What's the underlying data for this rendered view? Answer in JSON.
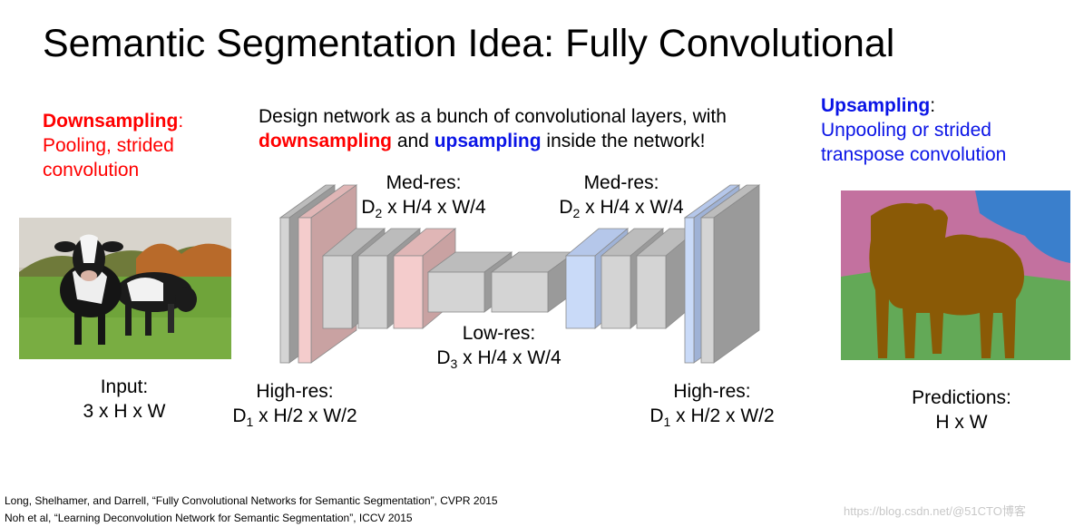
{
  "title": "Semantic Segmentation Idea: Fully Convolutional",
  "left_note": {
    "heading": "Downsampling",
    "colon": ":",
    "line1": "Pooling, strided",
    "line2": "convolution"
  },
  "center_note": {
    "line1": "Design network as a bunch of convolutional layers, with",
    "down": "downsampling",
    "and": " and ",
    "up": "upsampling",
    "rest": " inside the network!"
  },
  "right_note": {
    "heading": "Upsampling",
    "colon": ":",
    "line1": "Unpooling or strided",
    "line2": "transpose convolution"
  },
  "input_label": {
    "line1": "Input:",
    "line2": "3 x H x W"
  },
  "predictions_label": {
    "line1": "Predictions:",
    "line2": "H x W"
  },
  "high_res_left": {
    "line1": "High-res:",
    "d": "D",
    "sub": "1",
    "rest": " x H/2 x W/2"
  },
  "high_res_right": {
    "line1": "High-res:",
    "d": "D",
    "sub": "1",
    "rest": " x H/2 x W/2"
  },
  "med_res_left": {
    "line1": "Med-res:",
    "d": "D",
    "sub": "2",
    "rest": " x H/4 x W/4"
  },
  "med_res_right": {
    "line1": "Med-res:",
    "d": "D",
    "sub": "2",
    "rest": " x H/4 x W/4"
  },
  "low_res": {
    "line1": "Low-res:",
    "d": "D",
    "sub": "3",
    "rest": " x H/4 x W/4"
  },
  "references": [
    "Long, Shelhamer, and Darrell, “Fully Convolutional Networks for Semantic Segmentation”, CVPR 2015",
    "Noh et al, “Learning Deconvolution Network for Semantic Segmentation”, ICCV 2015"
  ],
  "watermark": "https://blog.csdn.net/@51CTO博客",
  "colors": {
    "gray_front": "#d4d4d4",
    "gray_side": "#9a9a9a",
    "gray_top": "#bcbcbc",
    "pink_front": "#f4cccc",
    "pink_side": "#c9a2a2",
    "pink_top": "#e0b6b6",
    "blue_front": "#c9daf8",
    "blue_side": "#9fb2d6",
    "blue_top": "#b5c7ea"
  }
}
